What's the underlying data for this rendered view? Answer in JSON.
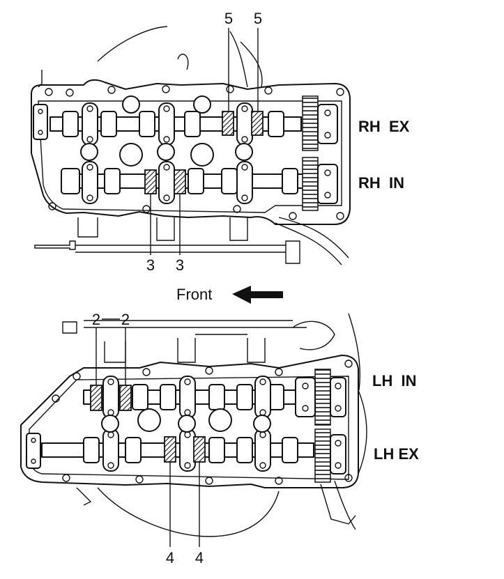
{
  "diagram": {
    "labels": {
      "rh_ex": "RH  EX",
      "rh_in": "RH  IN",
      "lh_in": "LH  IN",
      "lh_ex": "LH EX",
      "front": "Front"
    },
    "callouts": {
      "c5a": "5",
      "c5b": "5",
      "c3a": "3",
      "c3b": "3",
      "c2a": "2",
      "c2b": "2",
      "c4a": "4",
      "c4b": "4"
    }
  },
  "colors": {
    "ink": "#111111",
    "background": "#ffffff"
  }
}
